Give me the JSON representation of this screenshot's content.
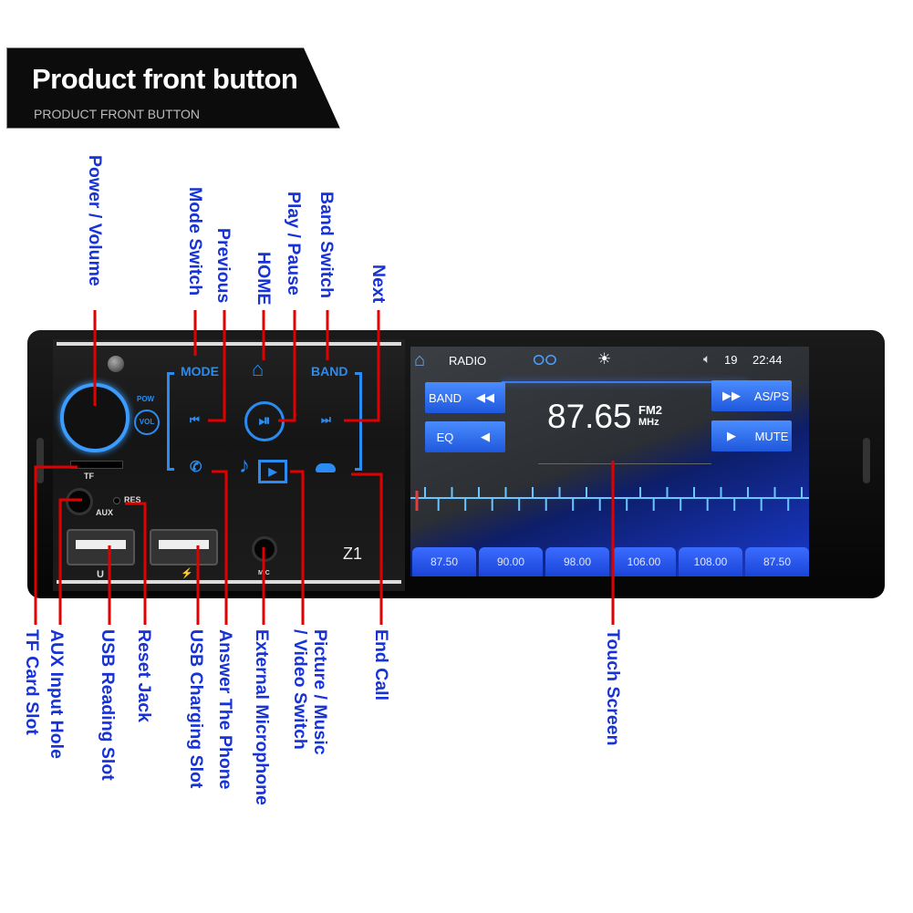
{
  "banner": {
    "title": "Product front button",
    "subtitle": "PRODUCT FRONT BUTTON"
  },
  "top_labels": {
    "power_volume": "Power / Volume",
    "mode_switch": "Mode Switch",
    "previous": "Previous",
    "home": "HOME",
    "play_pause": "Play / Pause",
    "band_switch": "Band Switch",
    "next": "Next"
  },
  "bottom_labels": {
    "tf_card_slot": "TF Card Slot",
    "aux_input_hole": "AUX Input Hole",
    "usb_reading_slot": "USB Reading Slot",
    "reset_jack": "Reset Jack",
    "usb_charging_slot": "USB Charging Slot",
    "answer_phone": "Answer The Phone",
    "external_microphone": "External Microphone",
    "picture_music_video_1": "Picture / Music",
    "picture_music_video_2": "/ Video Switch",
    "end_call": "End Call",
    "touch_screen": "Touch Screen"
  },
  "panel": {
    "mode": "MODE",
    "band": "BAND",
    "pow": "POW",
    "vol": "VOL",
    "tf": "TF",
    "aux": "AUX",
    "res": "RES",
    "usb": "U",
    "charge": "⚡",
    "mic": "MIC",
    "model": "Z1"
  },
  "screen": {
    "source": "RADIO",
    "volume": "19",
    "time": "22:44",
    "frequency": "87.65",
    "band": "FM2",
    "unit": "MHz",
    "buttons": {
      "band": "BAND",
      "eq": "EQ",
      "asps": "AS/PS",
      "mute": "MUTE"
    },
    "presets": [
      "87.50",
      "90.00",
      "98.00",
      "106.00",
      "108.00",
      "87.50"
    ]
  },
  "colors": {
    "callout": "#e00000",
    "label": "#1733d6",
    "panel_accent": "#2a8cf0"
  }
}
